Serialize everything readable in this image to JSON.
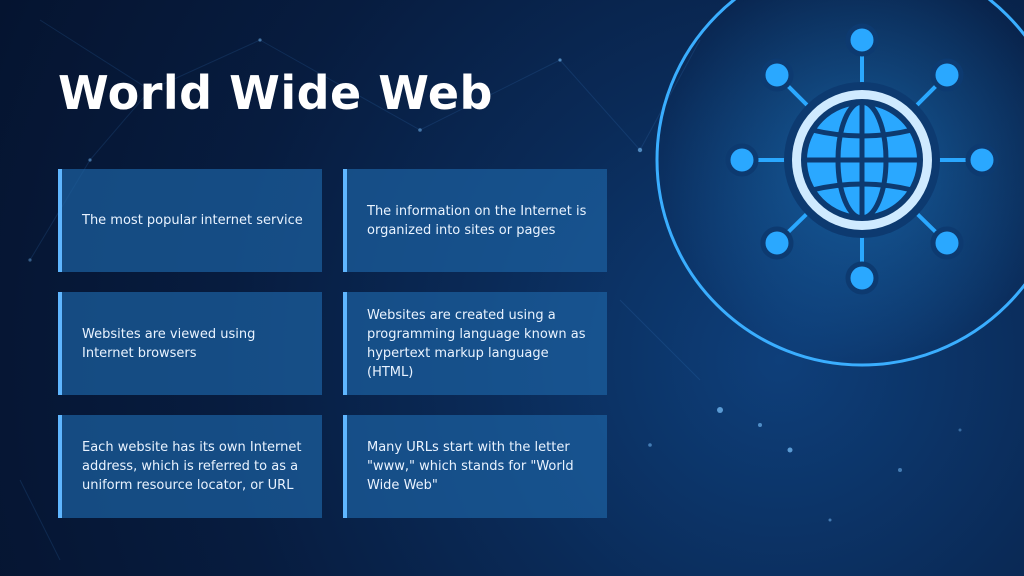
{
  "slide": {
    "title": "World Wide Web",
    "cards": [
      {
        "text": "The most popular internet service"
      },
      {
        "text": "The information on the Internet is organized into sites or pages"
      },
      {
        "text": "Websites are viewed using Internet browsers"
      },
      {
        "text": "Websites are created using a programming language known as hypertext markup language (HTML)"
      },
      {
        "text": "Each website has its own Internet address, which is referred to as a uniform resource locator, or URL"
      },
      {
        "text": "Many URLs start with the letter \"www,\" which stands for \"World Wide Web\""
      }
    ]
  },
  "colors": {
    "background": "#071c3f",
    "card": "#1c60a0",
    "card_border": "#5fb6ff",
    "accent": "#2aa8ff"
  },
  "icons": [
    "network-globe-icon"
  ]
}
